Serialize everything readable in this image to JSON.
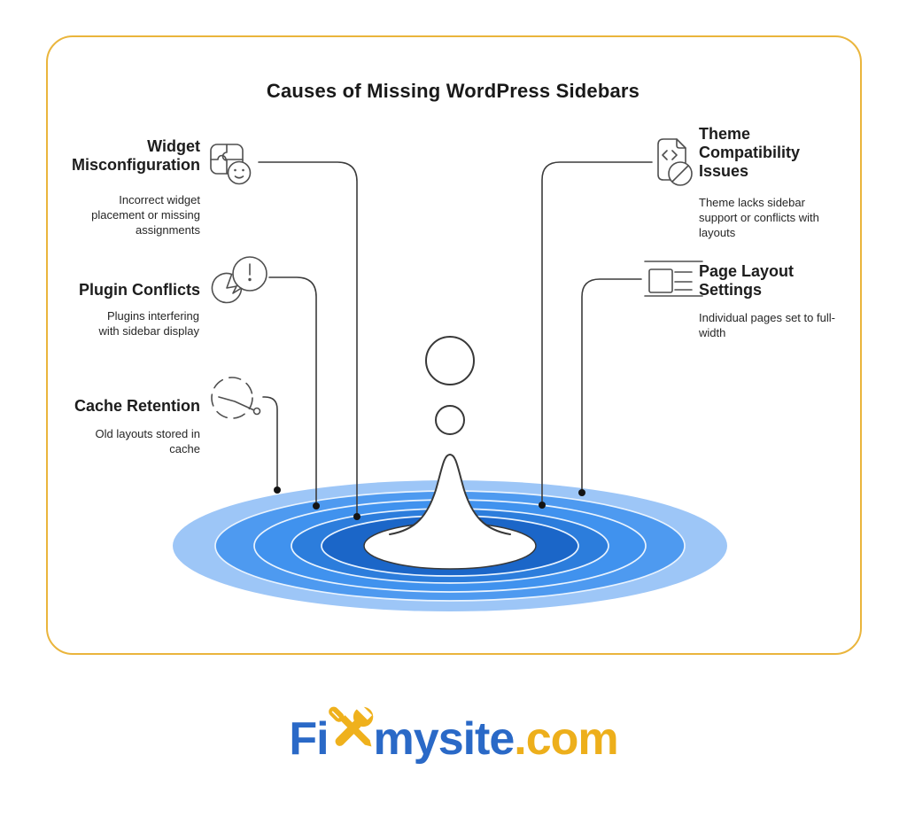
{
  "title": "Causes of Missing WordPress Sidebars",
  "causes": [
    {
      "id": "widget-misconfiguration",
      "heading": "Widget Misconfiguration",
      "description": "Incorrect widget placement or missing assignments",
      "icon": "puzzle-smiley-icon",
      "side": "left"
    },
    {
      "id": "plugin-conflicts",
      "heading": "Plugin Conflicts",
      "description": "Plugins interfering with sidebar display",
      "icon": "pie-alert-bubble-icon",
      "side": "left"
    },
    {
      "id": "cache-retention",
      "heading": "Cache Retention",
      "description": "Old layouts stored in cache",
      "icon": "dashed-clock-icon",
      "side": "left"
    },
    {
      "id": "theme-compatibility-issues",
      "heading": "Theme Compatibility Issues",
      "description": "Theme lacks sidebar support or conflicts with layouts",
      "icon": "code-document-ban-icon",
      "side": "right"
    },
    {
      "id": "page-layout-settings",
      "heading": "Page Layout Settings",
      "description": "Individual pages set to full-width",
      "icon": "page-layout-icon",
      "side": "right"
    }
  ],
  "illustration": {
    "type": "water-drop-ripple",
    "rings": 5
  },
  "brand": {
    "prefix": "Fi",
    "x_icon": "crossed-wrench-screwdriver-icon",
    "middle": "mysite",
    "suffix": ".com"
  },
  "colors": {
    "card_border": "#EAB53C",
    "brand_blue": "#2A69C7",
    "brand_gold": "#EDAF1B",
    "connector_line": "#3C3C3C",
    "ripple_bands": [
      "#9DC6F7",
      "#4E9AF0",
      "#4092EE",
      "#2C7DDC",
      "#1B66C8"
    ],
    "ripple_separator": "#E9F3FE",
    "ripple_center": "#FFFFFF"
  }
}
